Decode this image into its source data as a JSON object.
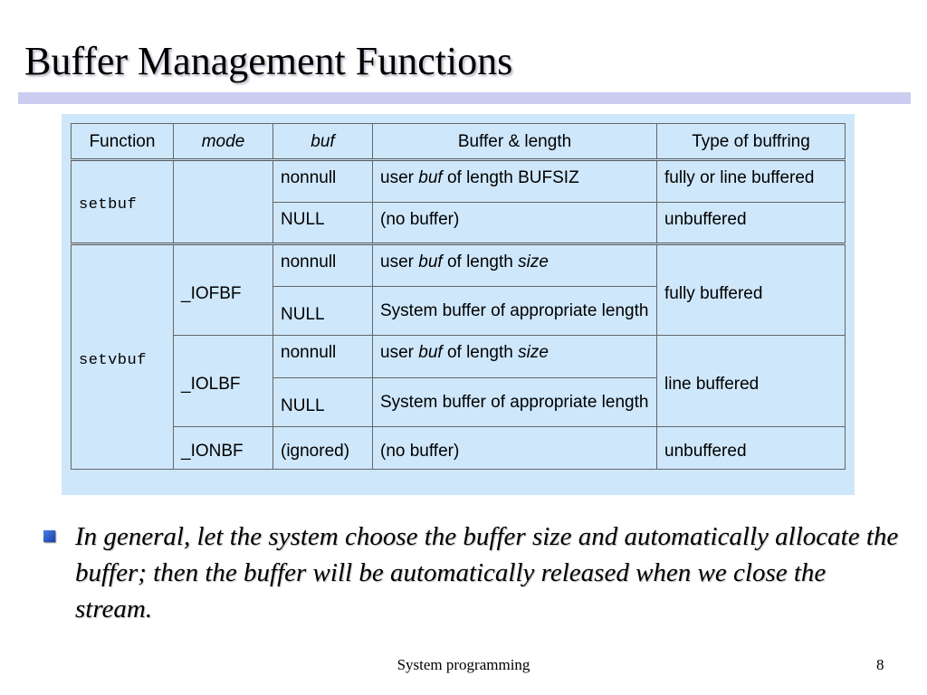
{
  "slide": {
    "title": "Buffer Management Functions",
    "accent_color": "#ccccf0",
    "panel_color": "#cfe7fb"
  },
  "table": {
    "headers": {
      "function": "Function",
      "mode": "mode",
      "buf": "buf",
      "buffer_length": "Buffer & length",
      "type": "Type of buffring"
    },
    "setbuf": {
      "function": "setbuf",
      "rows": [
        {
          "buf": "nonnull",
          "length_prefix": "user ",
          "length_italic": "buf",
          "length_suffix": " of length BUFSIZ",
          "type": "fully or line buffered"
        },
        {
          "buf": "NULL",
          "length": "(no buffer)",
          "type": "unbuffered"
        }
      ]
    },
    "setvbuf": {
      "function": "setvbuf",
      "iofbf": {
        "mode": "_IOFBF",
        "type": "fully buffered",
        "rows": [
          {
            "buf": "nonnull",
            "length_prefix": "user ",
            "length_italic": "buf",
            "length_mid": " of length ",
            "length_italic2": "size"
          },
          {
            "buf": "NULL",
            "length": "System buffer of appropriate length"
          }
        ]
      },
      "iolbf": {
        "mode": "_IOLBF",
        "type": "line buffered",
        "rows": [
          {
            "buf": "nonnull",
            "length_prefix": "user ",
            "length_italic": "buf",
            "length_mid": " of length ",
            "length_italic2": "size"
          },
          {
            "buf": "NULL",
            "length": "System buffer of appropriate length"
          }
        ]
      },
      "ionbf": {
        "mode": "_IONBF",
        "buf": "(ignored)",
        "length": "(no buffer)",
        "type": "unbuffered"
      }
    }
  },
  "bullet": {
    "text": "In general, let the system choose the buffer size and automatically allocate the buffer; then the buffer will be automatically released when we close the stream."
  },
  "footer": {
    "course": "System programming",
    "page_number": "8"
  }
}
